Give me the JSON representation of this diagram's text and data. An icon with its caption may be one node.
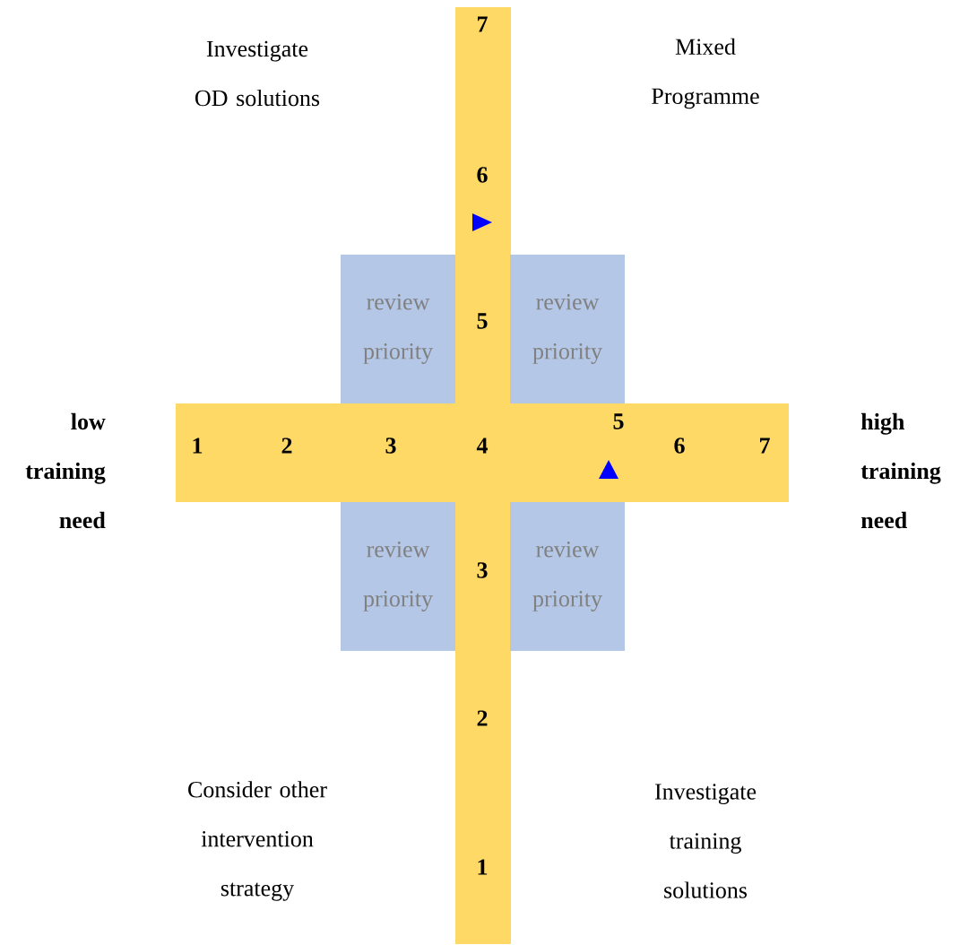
{
  "diagram": {
    "nodes": [
      {
        "text": [
          "review priority"
        ]
      },
      {
        "text": [
          "review priority"
        ]
      },
      {
        "text": [
          "review priority"
        ]
      },
      {
        "text": [
          "review priority"
        ]
      }
    ],
    "labels": [
      "Investigate OD solutions",
      "7",
      "Mixed Programme",
      "6",
      "5",
      "low training need",
      "1",
      "2",
      "3",
      "4",
      "5",
      "6",
      "7",
      "high training need",
      "3",
      "2",
      "Consider other intervention strategy",
      "Investigate training solutions",
      "1"
    ]
  }
}
